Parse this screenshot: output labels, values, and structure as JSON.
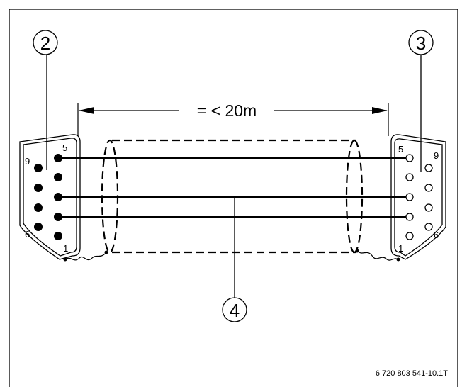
{
  "labels": {
    "left_connector": "2",
    "right_connector": "3",
    "cable": "4"
  },
  "dimension": {
    "text": "= < 20m"
  },
  "left_pins": {
    "p5": "5",
    "p9": "9",
    "p6": "6",
    "p1": "1"
  },
  "right_pins": {
    "p5": "5",
    "p9": "9",
    "p6": "6",
    "p1": "1"
  },
  "footer": {
    "code": "6 720 803 541-10.1T"
  }
}
